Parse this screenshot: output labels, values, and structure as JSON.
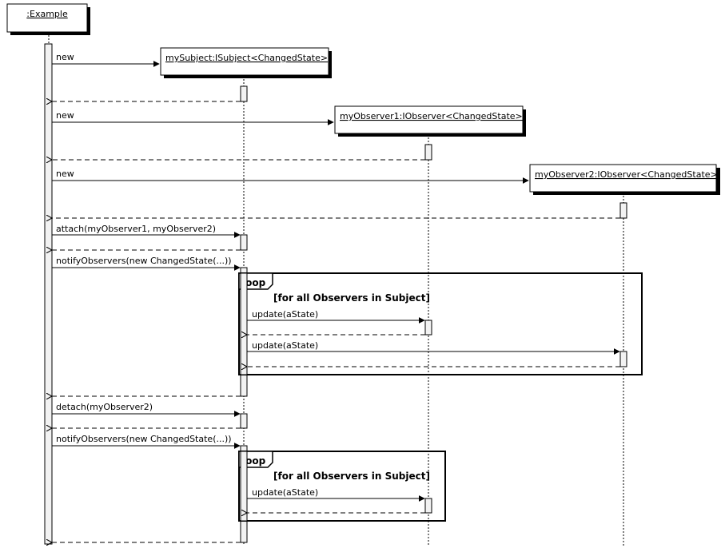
{
  "participants": {
    "example": ":Example",
    "subject": "mySubject:ISubject<ChangedState>",
    "observer1": "myObserver1:IObserver<ChangedState>",
    "observer2": "myObserver2:IObserver<ChangedState>"
  },
  "messages": {
    "new1": "new",
    "new2": "new",
    "new3": "new",
    "attach": "attach(myObserver1, myObserver2)",
    "notify1": "notifyObservers(new ChangedState(...))",
    "update1a": "update(aState)",
    "update1b": "update(aState)",
    "detach": "detach(myObserver2)",
    "notify2": "notifyObservers(new ChangedState(...))",
    "update2": "update(aState)"
  },
  "fragments": {
    "loop1_keyword": "loop",
    "loop1_guard": "[for all Observers in Subject]",
    "loop2_keyword": "loop",
    "loop2_guard": "[for all Observers in Subject]"
  }
}
